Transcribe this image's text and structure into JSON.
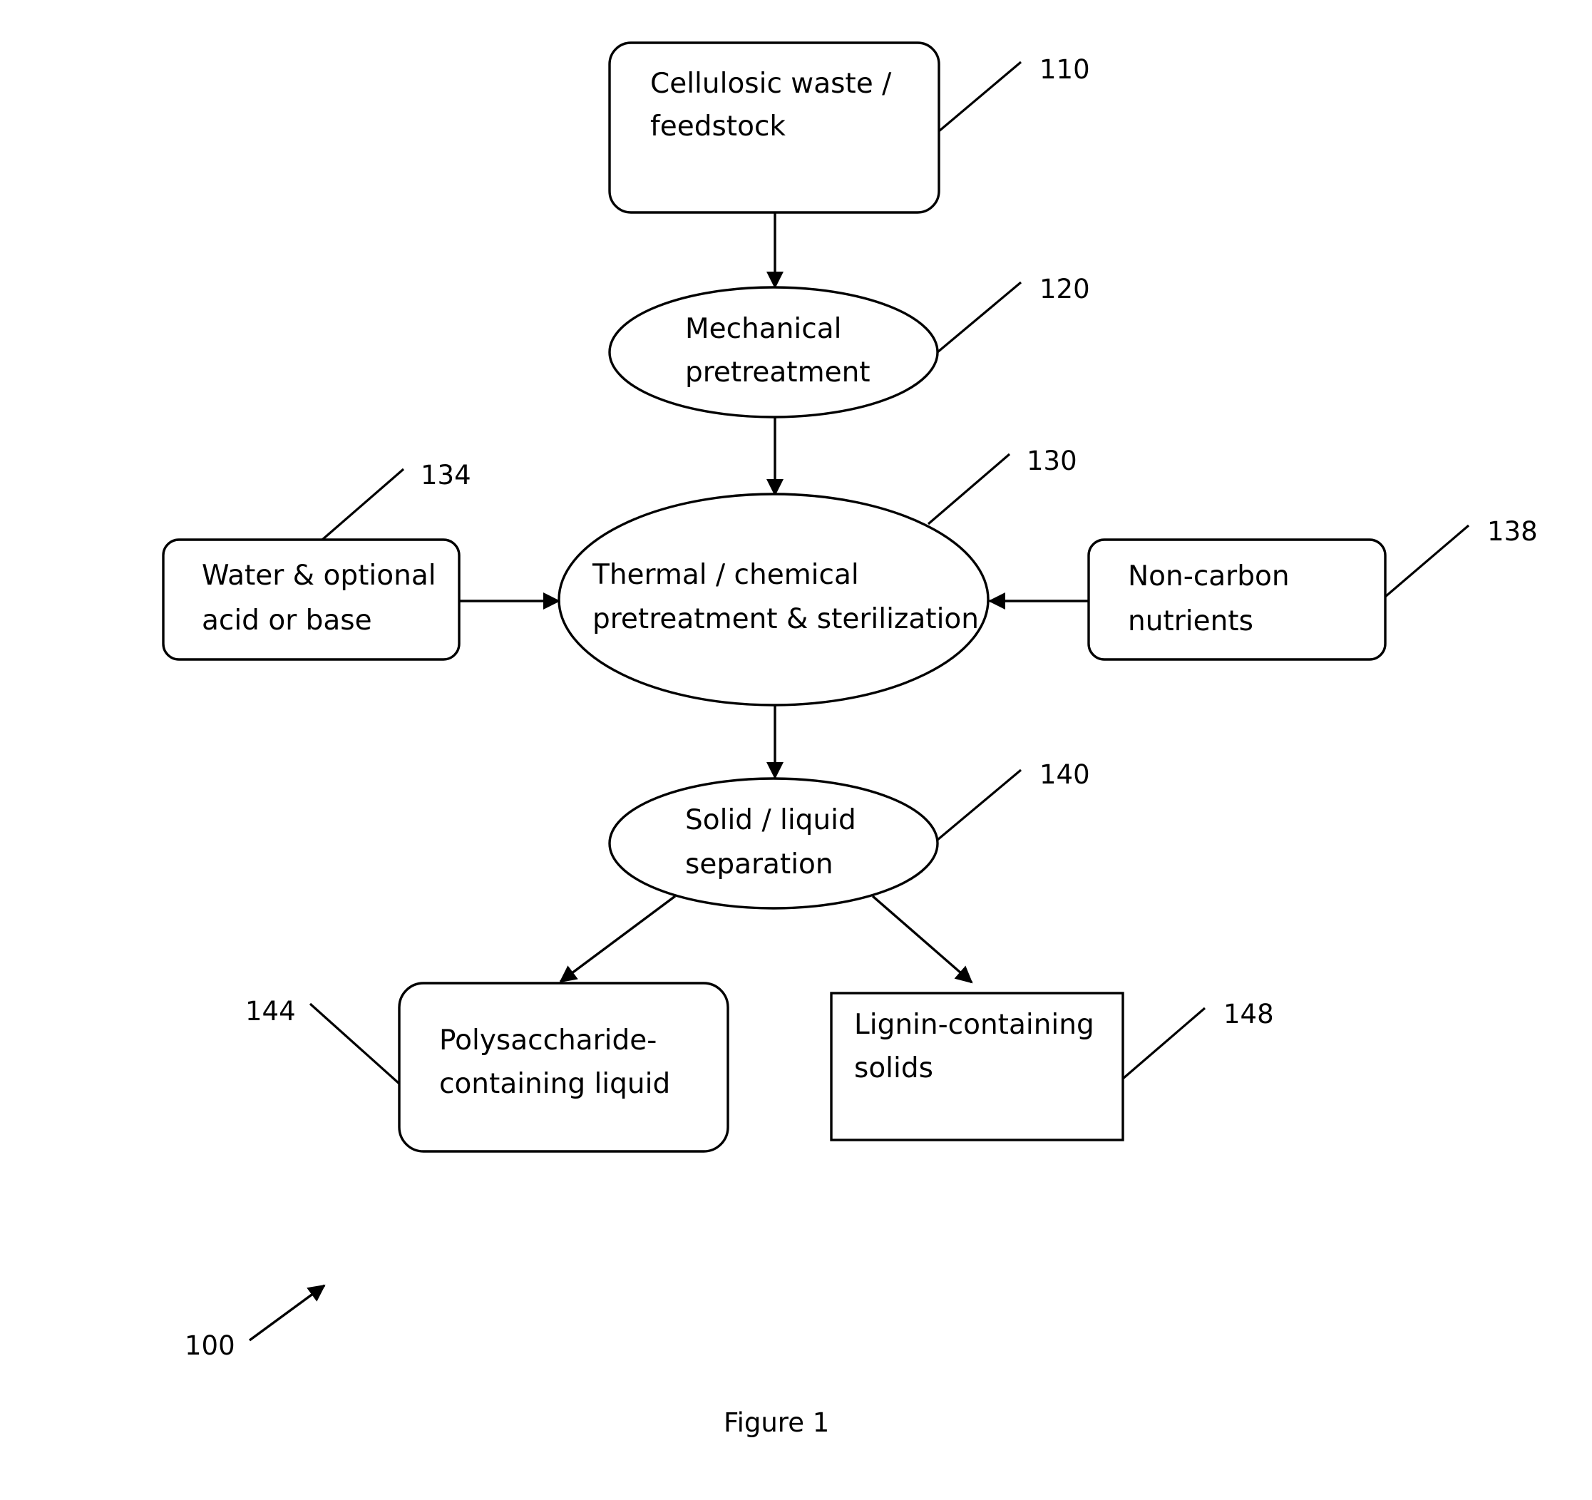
{
  "diagram": {
    "nodes": {
      "feedstock": {
        "line1": "Cellulosic waste /",
        "line2": "feedstock",
        "ref": "110"
      },
      "mechanical": {
        "line1": "Mechanical",
        "line2": "pretreatment",
        "ref": "120"
      },
      "thermal": {
        "line1": "Thermal / chemical",
        "line2": "pretreatment & sterilization",
        "ref": "130"
      },
      "water": {
        "line1": "Water & optional",
        "line2": "acid or base",
        "ref": "134"
      },
      "nutrients": {
        "line1": "Non-carbon",
        "line2": "nutrients",
        "ref": "138"
      },
      "separation": {
        "line1": "Solid / liquid",
        "line2": "separation",
        "ref": "140"
      },
      "liquid": {
        "line1": "Polysaccharide-",
        "line2": "containing liquid",
        "ref": "144"
      },
      "solids": {
        "line1": "Lignin-containing",
        "line2": "solids",
        "ref": "148"
      }
    },
    "process_ref": "100",
    "caption": "Figure 1"
  }
}
